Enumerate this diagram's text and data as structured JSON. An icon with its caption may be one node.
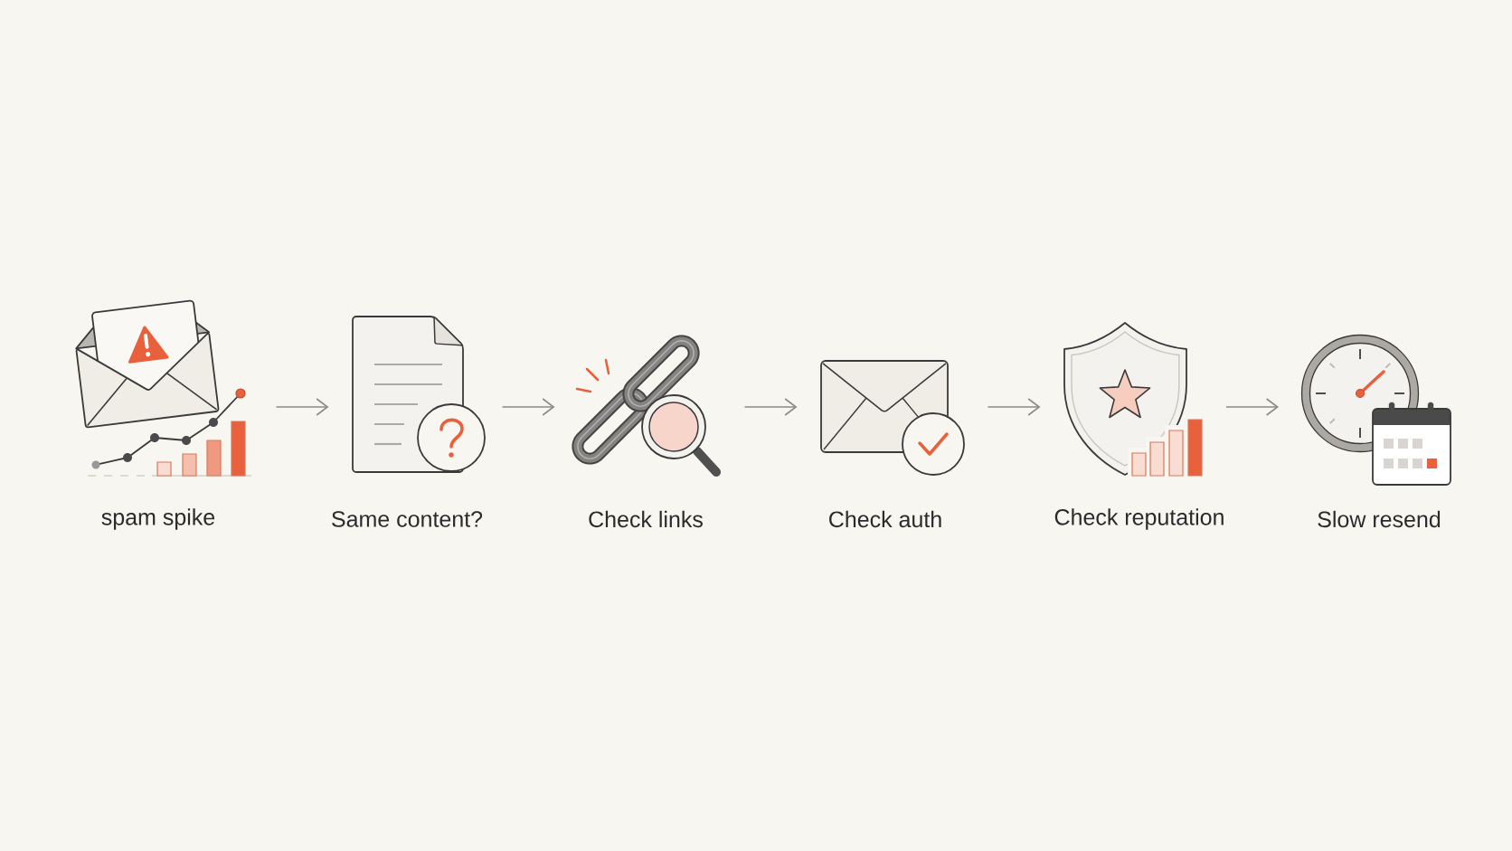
{
  "diagram": {
    "nodes": [
      {
        "text": [],
        "shape": "picture",
        "beside": [
          "spam spike"
        ]
      },
      {
        "text": [],
        "shape": "picture",
        "beside": [
          "Same content?"
        ]
      },
      {
        "text": [],
        "shape": "picture",
        "beside": [
          "Check links"
        ]
      },
      {
        "text": [],
        "shape": "picture",
        "beside": [
          "Check auth"
        ]
      },
      {
        "text": [],
        "shape": "picture",
        "beside": [
          "Check reputation"
        ]
      },
      {
        "text": [],
        "shape": "picture",
        "beside": [
          "Slow resend"
        ]
      }
    ],
    "edges": [
      {
        "from": 0,
        "to": 1,
        "arrow": "to"
      },
      {
        "from": 1,
        "to": 2,
        "arrow": "to"
      },
      {
        "from": 2,
        "to": 3,
        "arrow": "to"
      },
      {
        "from": 3,
        "to": 4,
        "arrow": "to"
      },
      {
        "from": 4,
        "to": 5,
        "arrow": "to"
      }
    ]
  }
}
